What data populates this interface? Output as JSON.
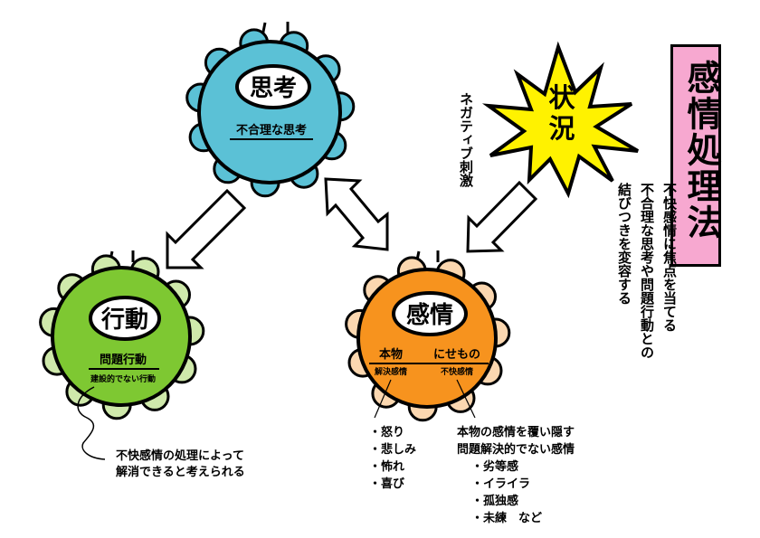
{
  "title": "感情処理法",
  "subtitle_lines": [
    "不快感情に焦点を当てる",
    "不合理な思考や問題行動との",
    "結びつきを変容する"
  ],
  "nodes": {
    "thought": {
      "title": "思考",
      "label": "不合理な思考",
      "color": "#5bc1d6",
      "petal_color": "#5bc1d6"
    },
    "behavior": {
      "title": "行動",
      "label": "問題行動",
      "sublabel": "建設的でない行動",
      "color": "#7ec832",
      "petal_color": "#cfe9ab"
    },
    "emotion": {
      "title": "感情",
      "label_true": "本物",
      "sublabel_true": "解決感情",
      "label_fake": "にせもの",
      "sublabel_fake": "不快感情",
      "color": "#f7931e",
      "petal_color": "#fbd7b0"
    }
  },
  "situation": {
    "label": "状況",
    "color": "#fff200"
  },
  "stimulus_label": "ネガティブ刺激",
  "behavior_note_lines": [
    "不快感情の処理によって",
    "解消できると考えられる"
  ],
  "true_emotions": [
    "・怒り",
    "・悲しみ",
    "・怖れ",
    "・喜び"
  ],
  "fake_emotions": {
    "heading_lines": [
      "本物の感情を覆い隠す",
      "問題解決的でない感情"
    ],
    "items": [
      "・劣等感",
      "・イライラ",
      "・孤独感",
      "・未練　など"
    ]
  }
}
